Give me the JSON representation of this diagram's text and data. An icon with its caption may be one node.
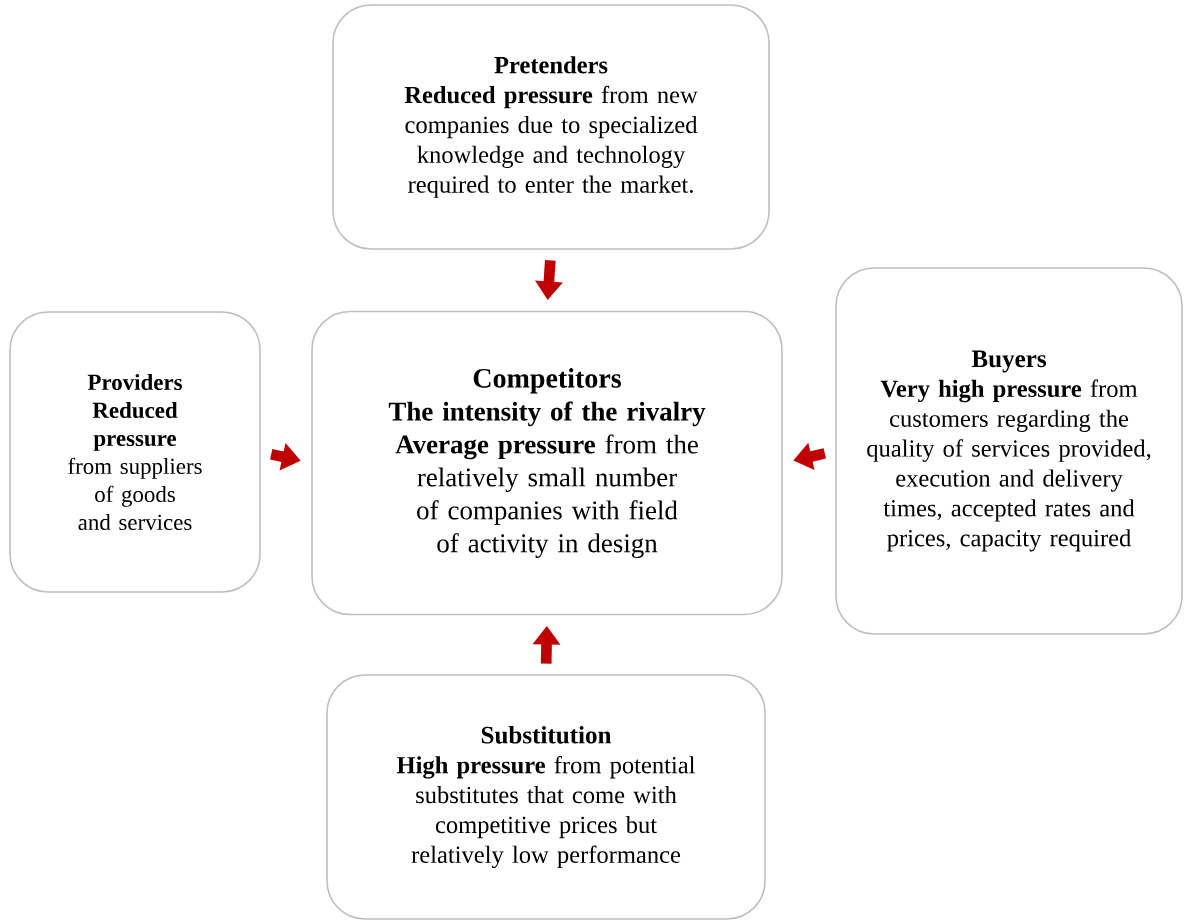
{
  "diagram": {
    "nodes": [
      {
        "text": [
          "Pretenders",
          "**Reduced pressure** from new companies due to specialized knowledge and technology required to enter the market."
        ]
      },
      {
        "text": [
          "Providers",
          "**Reduced pressure** from suppliers of goods and services"
        ]
      },
      {
        "text": [
          "Competitors",
          "The intensity of the rivalry",
          "**Average pressure** from the relatively small number of companies with field of activity in design"
        ]
      },
      {
        "text": [
          "Buyers",
          "**Very high pressure** from customers regarding the quality of services provided, execution and delivery times, accepted rates and prices, capacity required"
        ]
      },
      {
        "text": [
          "Substitution",
          "**High pressure** from potential substitutes that come with competitive prices but relatively low performance"
        ]
      }
    ],
    "edges": [
      {
        "from": 0,
        "to": 2,
        "arrow": "to"
      },
      {
        "from": 1,
        "to": 2,
        "arrow": "to"
      },
      {
        "from": 3,
        "to": 2,
        "arrow": "to"
      },
      {
        "from": 4,
        "to": 2,
        "arrow": "to"
      }
    ]
  }
}
